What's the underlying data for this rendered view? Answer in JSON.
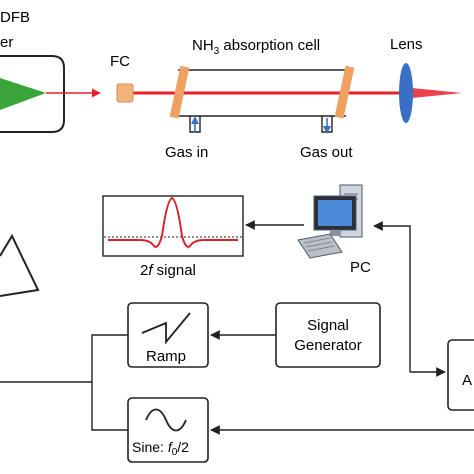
{
  "labels": {
    "dfb": "DFB",
    "laser": "er",
    "fc": "FC",
    "cell_title_prefix": "NH",
    "cell_title_sub": "3",
    "cell_title_suffix": " absorption cell",
    "lens": "Lens",
    "gas_in": "Gas in",
    "gas_out": "Gas out",
    "pc": "PC",
    "signal_prefix": "2",
    "signal_italic": "f",
    "signal_suffix": " signal",
    "ramp": "Ramp",
    "signal_generator_line1": "Signal",
    "signal_generator_line2": "Generator",
    "sine_prefix": "Sine: ",
    "sine_f": "f",
    "sine_sub": "0",
    "sine_suffix": "/2",
    "amp_partial": "A"
  },
  "colors": {
    "laser_beam": "#e8202a",
    "laser_cone": "#3aa33a",
    "fc_box": "#f2b27a",
    "cell_window": "#f0a060",
    "lens": "#3a6fc6",
    "signal_curve": "#d9232a",
    "stroke": "#222222",
    "pc_screen": "#4a8ad8"
  },
  "icons": {
    "pc": "computer-icon",
    "ramp": "sawtooth-wave-icon",
    "sine": "sine-wave-icon"
  }
}
